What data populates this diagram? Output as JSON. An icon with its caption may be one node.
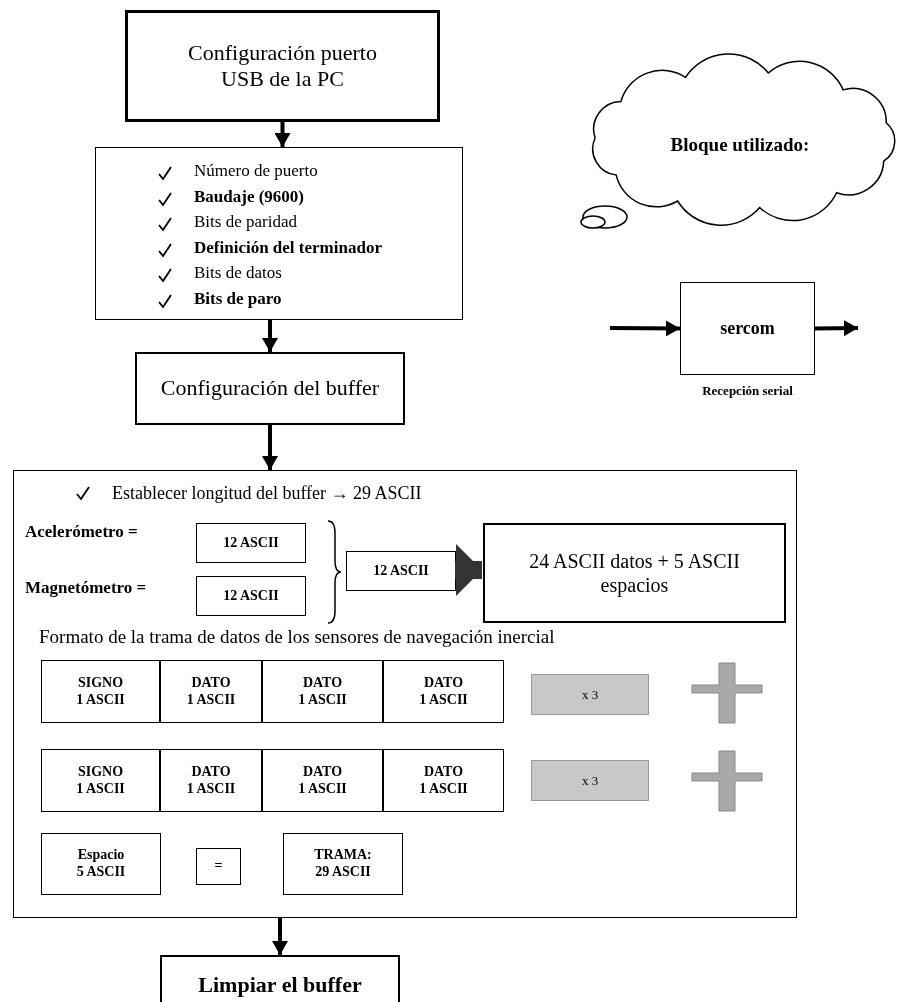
{
  "diagram": {
    "nodes": [
      {
        "text": [
          "Configuración puerto USB de la PC"
        ]
      },
      {
        "text": [
          "Número de puerto",
          "Baudaje (9600)",
          "Bits de paridad",
          "Definición del terminador",
          "Bits de datos",
          "Bits de paro"
        ]
      },
      {
        "text": [
          "Configuración del buffer"
        ]
      },
      {
        "text": [
          "Establecer longitud del buffer → 29 ASCII",
          "Formato de la trama de datos de los sensores de navegación inercial"
        ]
      },
      {
        "text": [
          "12 ASCII"
        ],
        "in": 3
      },
      {
        "text": [
          "12 ASCII"
        ],
        "in": 3
      },
      {
        "text": [
          "12 ASCII"
        ],
        "in": 3
      },
      {
        "text": [
          "24 ASCII datos + 5 ASCII espacios"
        ],
        "in": 3
      },
      {
        "text": [
          "SIGNO",
          "1 ASCII"
        ],
        "in": 3
      },
      {
        "text": [
          "DATO",
          "1 ASCII"
        ],
        "in": 3
      },
      {
        "text": [
          "DATO",
          "1 ASCII"
        ],
        "in": 3
      },
      {
        "text": [
          "DATO",
          "1 ASCII"
        ],
        "in": 3
      },
      {
        "text": [
          "x 3"
        ],
        "in": 3
      },
      {
        "text": [
          "SIGNO",
          "1 ASCII"
        ],
        "in": 3
      },
      {
        "text": [
          "DATO",
          "1 ASCII"
        ],
        "in": 3
      },
      {
        "text": [
          "DATO",
          "1 ASCII"
        ],
        "in": 3
      },
      {
        "text": [
          "DATO",
          "1 ASCII"
        ],
        "in": 3
      },
      {
        "text": [
          "x 3"
        ],
        "in": 3
      },
      {
        "text": [
          "Espacio",
          "5 ASCII"
        ],
        "in": 3
      },
      {
        "text": [
          "="
        ],
        "in": 3
      },
      {
        "text": [
          "TRAMA:",
          "29 ASCII"
        ],
        "in": 3
      },
      {
        "text": [
          "Limpiar el buffer"
        ]
      },
      {
        "text": [
          "Bloque utilizado:"
        ]
      },
      {
        "text": [
          "sercom"
        ],
        "beside": [
          "Recepción serial"
        ]
      }
    ],
    "edges": [
      {
        "from": 0,
        "to": 1,
        "arrow": "to"
      },
      {
        "from": 1,
        "to": 2,
        "arrow": "to"
      },
      {
        "from": 2,
        "to": 3,
        "arrow": "to"
      },
      {
        "from": 3,
        "to": 21,
        "arrow": "to"
      },
      {
        "from": 6,
        "to": 7,
        "arrow": "to",
        "style": "thick",
        "color": "#333333"
      },
      {
        "from": null,
        "to": 23,
        "arrow": "to"
      },
      {
        "from": 23,
        "to": null,
        "arrow": "to"
      }
    ],
    "labels": [
      "Acelerómetro =",
      "Magnetómetro ="
    ]
  }
}
